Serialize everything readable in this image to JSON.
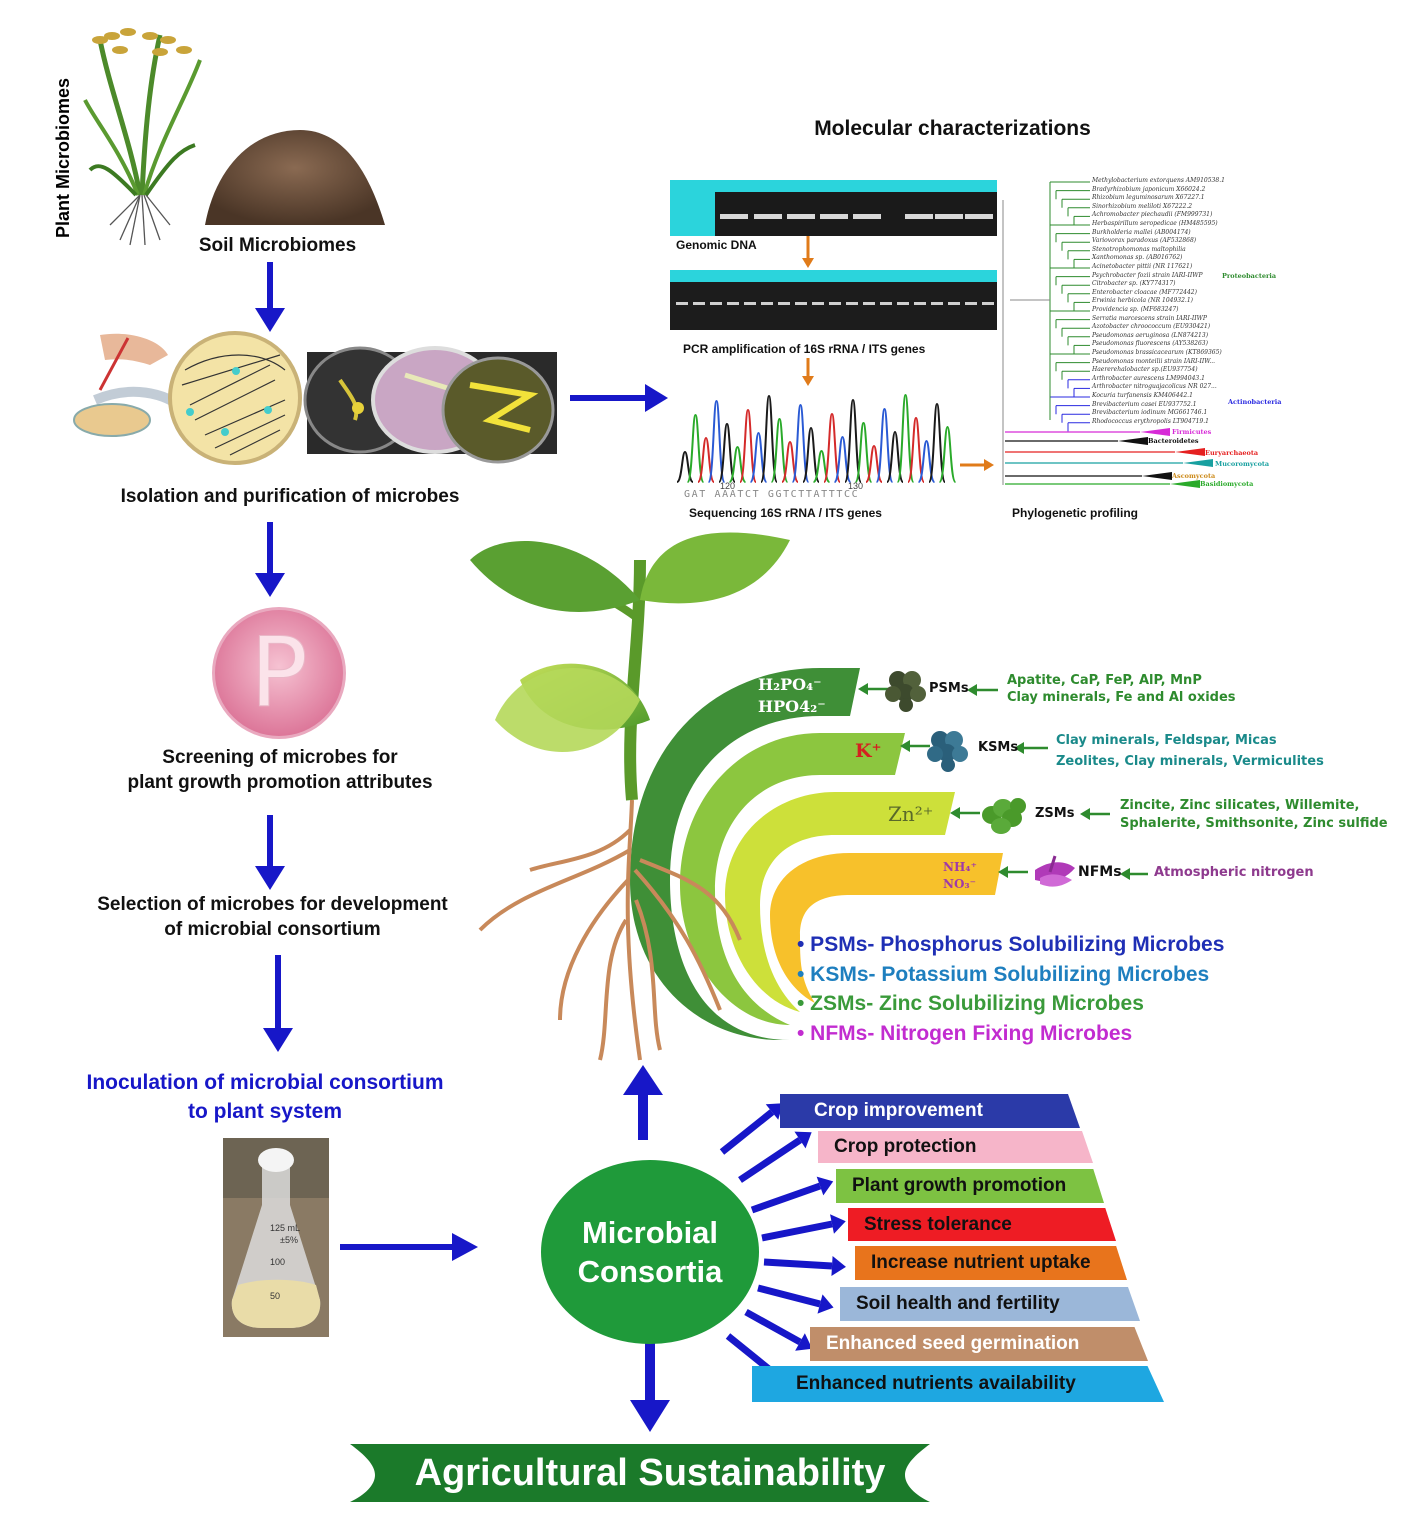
{
  "left_flow": {
    "plant_microbiomes": "Plant Microbiomes",
    "soil_microbiomes": "Soil Microbiomes",
    "isolation": "Isolation and purification of microbes",
    "plate_letter": "P",
    "screening_l1": "Screening of microbes for",
    "screening_l2": "plant growth promotion attributes",
    "selection_l1": "Selection of microbes for development",
    "selection_l2": "of microbial consortium",
    "inoculation_l1": "Inoculation of microbial consortium",
    "inoculation_l2": "to plant system",
    "flask_marks": [
      "125 mL",
      "±5%",
      "100",
      "50"
    ]
  },
  "molecular": {
    "title": "Molecular characterizations",
    "genomic_dna": "Genomic DNA",
    "pcr": "PCR amplification of 16S rRNA / ITS genes",
    "sequencing": "Sequencing 16S rRNA / ITS genes",
    "phylogenetic": "Phylogenetic profiling",
    "seq_positions": [
      "120",
      "130"
    ],
    "seq_bases": "GAT AAATCT GGTCTTATTTCC",
    "tree_taxa": [
      "Methylobacterium extorquens AM910538.1",
      "Bradyrhizobium japonicum X66024.2",
      "Rhizobium leguminosarum X67227.1",
      "Sinorhizobium meliloti X67222.2",
      "Achromobacter piechaudii (FM999731)",
      "Herbaspirillum seropedicae (HM485595)",
      "Burkholderia mallei (AB004174)",
      "Variovorax paradoxus (AF532868)",
      "Stenotrophomonas maltophilia",
      "Xanthomonas sp. (AB016762)",
      "Acinetobacter pittii (NR 117621)",
      "Psychrobacter fozii strain IARI-IIWP",
      "Citrobacter sp. (KY774317)",
      "Enterobacter cloacae (MF772442)",
      "Erwinia herbicola (NR 104932.1)",
      "Providencia sp. (MF683247)",
      "Serratia marcescens strain IARI-IIWP",
      "Azotobacter chroococcum (EU930421)",
      "Pseudomonas aeruginosa (LN874213)",
      "Pseudomonas fluorescens (AY538263)",
      "Pseudomonas brassicacearum (KT869365)",
      "Pseudomonas monteilii strain IARI-IIW...",
      "Haererehalobacter sp.(EU937754)",
      "Arthrobacter aurescens LM994043.1",
      "Arthrobacter nitroguajacolicus NR 027...",
      "Kocuria turfanensis KM406442.1",
      "Brevibacterium casei EU937752.1",
      "Brevibacterium iodinum MG661746.1",
      "Rhodococcus erythropolis LT904719.1"
    ],
    "tree_groups": [
      "Proteobacteria",
      "Actinobacteria",
      "Firmicutes",
      "Bacteroidetes",
      "Euryarchaeota",
      "Mucoromycota",
      "Ascomycota",
      "Basidiomycota"
    ]
  },
  "nutrients": [
    {
      "ion_l1": "H₂PO₄⁻",
      "ion_l2": "HPO4₂⁻",
      "microbe": "PSMs",
      "source_l1": "Apatite, CaP, FeP, AlP, MnP",
      "source_l2": "Clay minerals, Fe and Al oxides",
      "color": "#3f8f37",
      "source_color": "#2e8b2e"
    },
    {
      "ion_l1": "K⁺",
      "ion_l2": "",
      "microbe": "KSMs",
      "source_l1": "Clay minerals, Feldspar, Micas",
      "source_l2": "Zeolites, Clay minerals, Vermiculites",
      "color": "#8cc63f",
      "source_color": "#1a8a8a"
    },
    {
      "ion_l1": "Zn²⁺",
      "ion_l2": "",
      "microbe": "ZSMs",
      "source_l1": "Zincite, Zinc silicates, Willemite,",
      "source_l2": "Sphalerite, Smithsonite, Zinc sulfide",
      "color": "#cde03a",
      "source_color": "#2e8b2e"
    },
    {
      "ion_l1": "NH₄⁺",
      "ion_l2": "NO₃⁻",
      "microbe": "NFMs",
      "source_l1": "Atmospheric nitrogen",
      "source_l2": "",
      "color": "#f7c12b",
      "source_color": "#8e3a8e"
    }
  ],
  "legend": [
    {
      "text": "• PSMs- Phosphorus Solubilizing Microbes",
      "color": "#1f2fb5"
    },
    {
      "text": "• KSMs- Potassium Solubilizing Microbes",
      "color": "#1e7fbf"
    },
    {
      "text": "• ZSMs- Zinc Solubilizing Microbes",
      "color": "#3a9a3a"
    },
    {
      "text": "• NFMs- Nitrogen Fixing Microbes",
      "color": "#c22cd0"
    }
  ],
  "center": {
    "line1": "Microbial",
    "line2": "Consortia"
  },
  "benefits": [
    {
      "label": "Crop improvement",
      "color": "#2b3aa8",
      "text_color": "#ffffff"
    },
    {
      "label": "Crop protection",
      "color": "#f6b5c9",
      "text_color": "#111111"
    },
    {
      "label": "Plant growth promotion",
      "color": "#7dc242",
      "text_color": "#111111"
    },
    {
      "label": "Stress tolerance",
      "color": "#ee1c24",
      "text_color": "#111111"
    },
    {
      "label": "Increase nutrient uptake",
      "color": "#e8741c",
      "text_color": "#111111"
    },
    {
      "label": "Soil health and fertility",
      "color": "#9bb7d9",
      "text_color": "#111111"
    },
    {
      "label": "Enhanced seed germination",
      "color": "#c08e6a",
      "text_color": "#ffffff"
    },
    {
      "label": "Enhanced nutrients availability",
      "color": "#1ea7e1",
      "text_color": "#111111"
    }
  ],
  "footer": {
    "title": "Agricultural Sustainability"
  },
  "colors": {
    "arrow_blue": "#1717c8",
    "orange_arrow": "#e07b1a",
    "consortia_green": "#1f9a3a",
    "banner_green": "#1b7a2a"
  }
}
